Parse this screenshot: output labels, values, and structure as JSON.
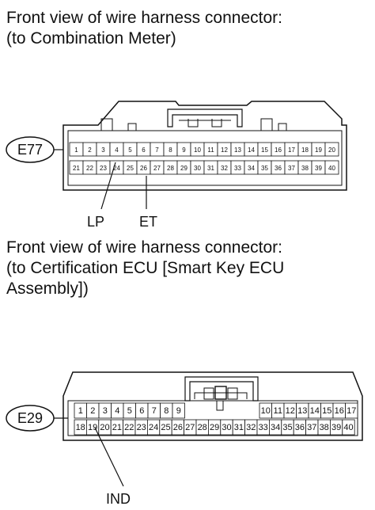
{
  "caption1": [
    "Front view of wire harness connector:",
    "(to Combination Meter)"
  ],
  "caption2": [
    "Front view of wire harness connector:",
    "(to Certification ECU [Smart Key ECU",
    "Assembly])"
  ],
  "connector1": {
    "id": "E77",
    "row1": [
      "1",
      "2",
      "3",
      "4",
      "5",
      "6",
      "7",
      "8",
      "9",
      "10",
      "11",
      "12",
      "13",
      "14",
      "15",
      "16",
      "17",
      "18",
      "19",
      "20"
    ],
    "row2": [
      "21",
      "22",
      "23",
      "24",
      "25",
      "26",
      "27",
      "28",
      "29",
      "30",
      "31",
      "32",
      "33",
      "34",
      "35",
      "36",
      "37",
      "38",
      "39",
      "40"
    ],
    "labels": [
      {
        "text": "LP",
        "pin": "4"
      },
      {
        "text": "ET",
        "pin": "26"
      }
    ]
  },
  "connector2": {
    "id": "E29",
    "row1": [
      "1",
      "2",
      "3",
      "4",
      "5",
      "6",
      "7",
      "8",
      "9",
      "10",
      "11",
      "12",
      "13",
      "14",
      "15",
      "16",
      "17"
    ],
    "row2": [
      "18",
      "19",
      "20",
      "21",
      "22",
      "23",
      "24",
      "25",
      "26",
      "27",
      "28",
      "29",
      "30",
      "31",
      "32",
      "33",
      "34",
      "35",
      "36",
      "37",
      "38",
      "39",
      "40"
    ],
    "labels": [
      {
        "text": "IND",
        "pin": "19"
      }
    ]
  }
}
